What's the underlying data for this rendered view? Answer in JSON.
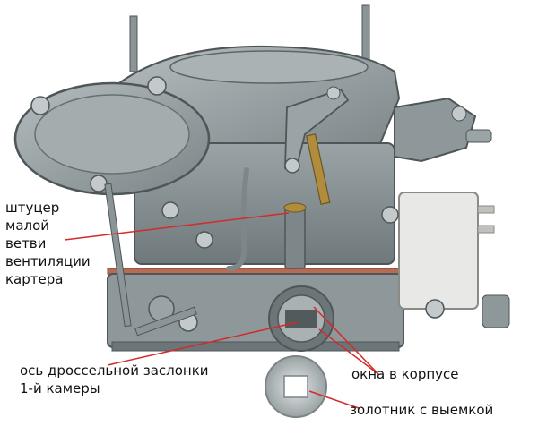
{
  "labels": {
    "hose_fitting": "штуцер\nмалой\nветви\nвентиляции\nкартера",
    "throttle_axis": "ось дроссельной заслонки\n1-й камеры",
    "housing_windows": "окна в корпусе",
    "spool": "золотник с выемкой"
  },
  "colors": {
    "leader_line": "#d42a2a",
    "metal_mid": "#8e989a",
    "metal_dark": "#4e5658",
    "metal_light": "#c4cacb",
    "gasket": "#b86a54",
    "brass": "#b08c3c",
    "plastic": "#e8e8e6",
    "background": "#ffffff",
    "text": "#111111"
  }
}
